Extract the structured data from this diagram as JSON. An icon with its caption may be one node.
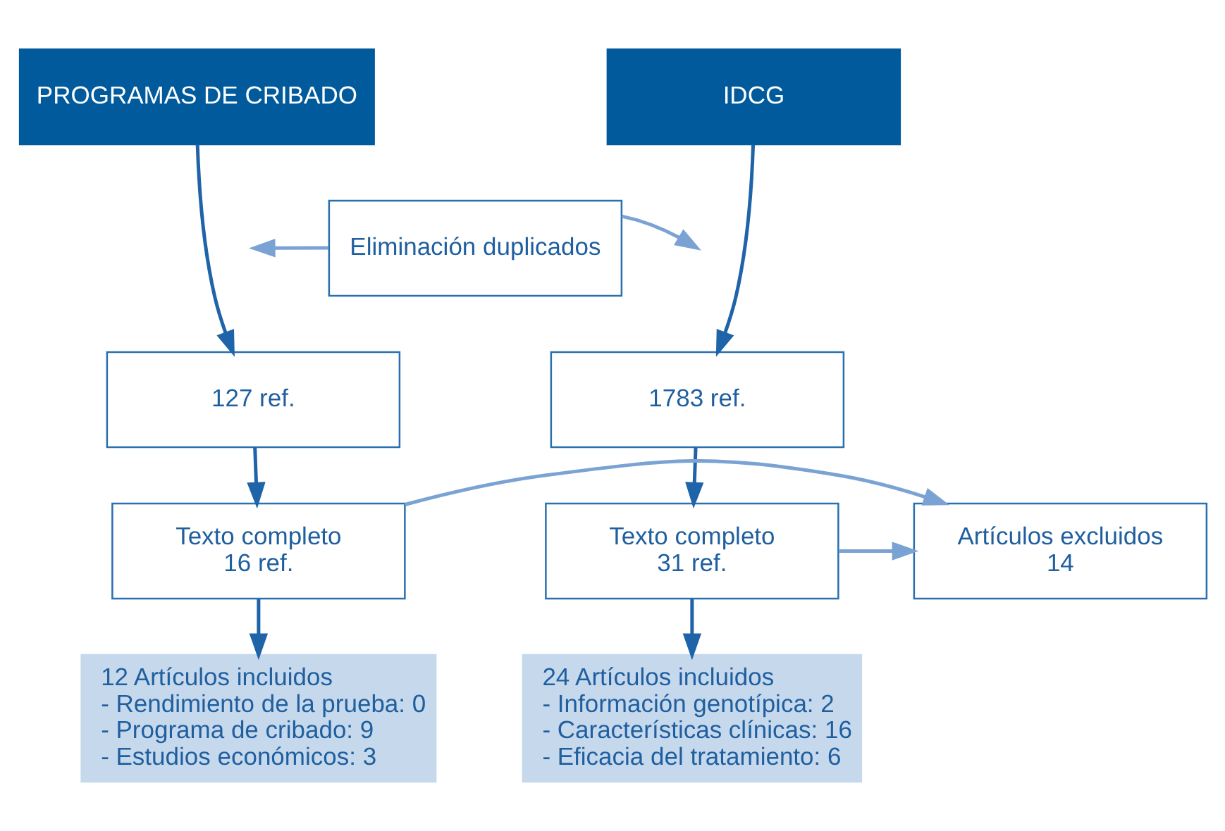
{
  "diagram": {
    "nodes": [
      {
        "text": [
          "PROGRAMAS DE CRIBADO"
        ]
      },
      {
        "text": [
          "IDCG"
        ]
      },
      {
        "text": [
          "Eliminación duplicados"
        ]
      },
      {
        "text": [
          "127 ref."
        ]
      },
      {
        "text": [
          "1783 ref."
        ]
      },
      {
        "text": [
          "Texto completo",
          "16 ref."
        ]
      },
      {
        "text": [
          "Artículos excluidos",
          "14"
        ]
      },
      {
        "text": [
          "Texto completo",
          "31 ref."
        ]
      },
      {
        "text": [
          "12 Artículos incluidos",
          "- Rendimiento de la prueba: 0",
          "- Programa de cribado: 9",
          "- Estudios económicos: 3"
        ]
      },
      {
        "text": [
          "24 Artículos incluidos",
          "- Información genotípica: 2",
          "- Características clínicas: 16",
          "- Eficacia del tratamiento: 6"
        ]
      }
    ],
    "edges": [
      {
        "from": 0,
        "to": 3,
        "arrow": "to"
      },
      {
        "from": 1,
        "to": 4,
        "arrow": "to"
      },
      {
        "from": 2,
        "to": null,
        "arrow": "to",
        "color": "#7aa3d3"
      },
      {
        "from": 2,
        "to": null,
        "arrow": "to",
        "color": "#7aa3d3"
      },
      {
        "from": 3,
        "to": 5,
        "arrow": "to"
      },
      {
        "from": 4,
        "to": 7,
        "arrow": "to"
      },
      {
        "from": 5,
        "to": 6,
        "arrow": "to",
        "color": "#7aa3d3"
      },
      {
        "from": 7,
        "to": 6,
        "arrow": "to",
        "color": "#7aa3d3"
      },
      {
        "from": 5,
        "to": 8,
        "arrow": "to"
      },
      {
        "from": 7,
        "to": 9,
        "arrow": "to"
      }
    ]
  }
}
